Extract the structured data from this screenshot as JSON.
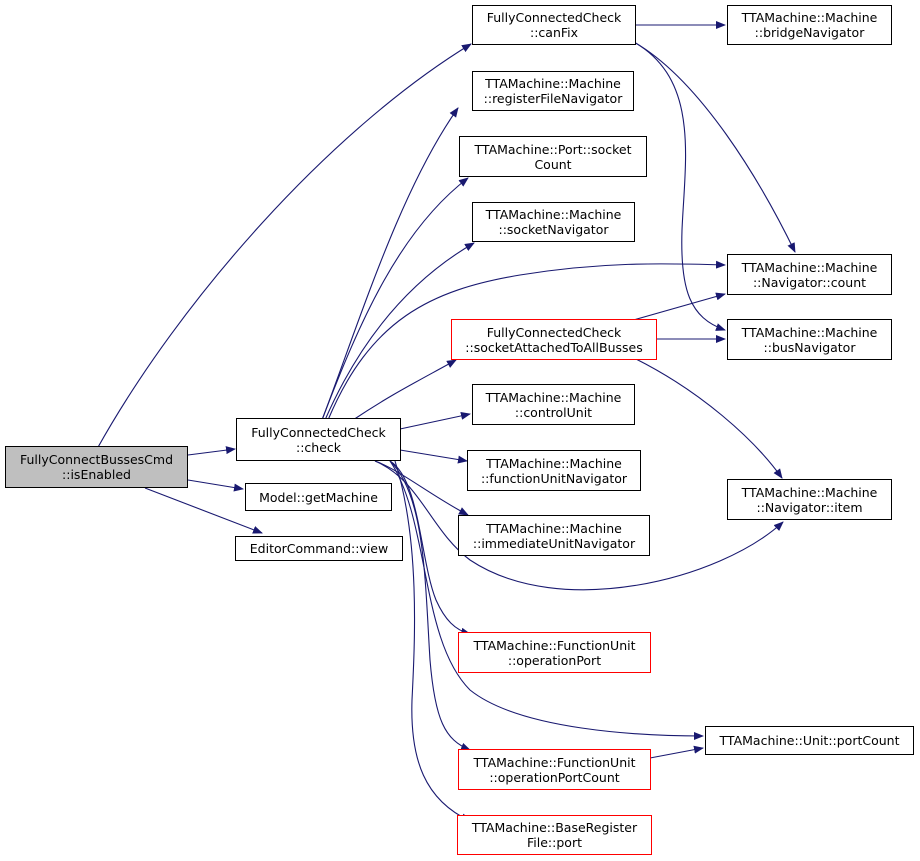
{
  "colors": {
    "edge": "#191970",
    "border": "#000000",
    "border_truncated": "#ff0000",
    "root_fill": "#bfbfbf",
    "node_fill": "#ffffff"
  },
  "nodes": {
    "is_enabled": {
      "l1": "FullyConnectBussesCmd",
      "l2": "::isEnabled"
    },
    "check": {
      "l1": "FullyConnectedCheck",
      "l2": "::check"
    },
    "get_machine": {
      "l1": "Model::getMachine"
    },
    "view": {
      "l1": "EditorCommand::view"
    },
    "can_fix": {
      "l1": "FullyConnectedCheck",
      "l2": "::canFix"
    },
    "reg_file_nav": {
      "l1": "TTAMachine::Machine",
      "l2": "::registerFileNavigator"
    },
    "socket_count": {
      "l1": "TTAMachine::Port::socket",
      "l2": "Count"
    },
    "socket_nav": {
      "l1": "TTAMachine::Machine",
      "l2": "::socketNavigator"
    },
    "socket_attached": {
      "l1": "FullyConnectedCheck",
      "l2": "::socketAttachedToAllBusses"
    },
    "control_unit": {
      "l1": "TTAMachine::Machine",
      "l2": "::controlUnit"
    },
    "fu_nav": {
      "l1": "TTAMachine::Machine",
      "l2": "::functionUnitNavigator"
    },
    "imm_nav": {
      "l1": "TTAMachine::Machine",
      "l2": "::immediateUnitNavigator"
    },
    "op_port": {
      "l1": "TTAMachine::FunctionUnit",
      "l2": "::operationPort"
    },
    "op_port_count": {
      "l1": "TTAMachine::FunctionUnit",
      "l2": "::operationPortCount"
    },
    "base_reg_port": {
      "l1": "TTAMachine::BaseRegister",
      "l2": "File::port"
    },
    "bridge_nav": {
      "l1": "TTAMachine::Machine",
      "l2": "::bridgeNavigator"
    },
    "nav_count": {
      "l1": "TTAMachine::Machine",
      "l2": "::Navigator::count"
    },
    "bus_nav": {
      "l1": "TTAMachine::Machine",
      "l2": "::busNavigator"
    },
    "nav_item": {
      "l1": "TTAMachine::Machine",
      "l2": "::Navigator::item"
    },
    "unit_port_count": {
      "l1": "TTAMachine::Unit::portCount"
    }
  }
}
